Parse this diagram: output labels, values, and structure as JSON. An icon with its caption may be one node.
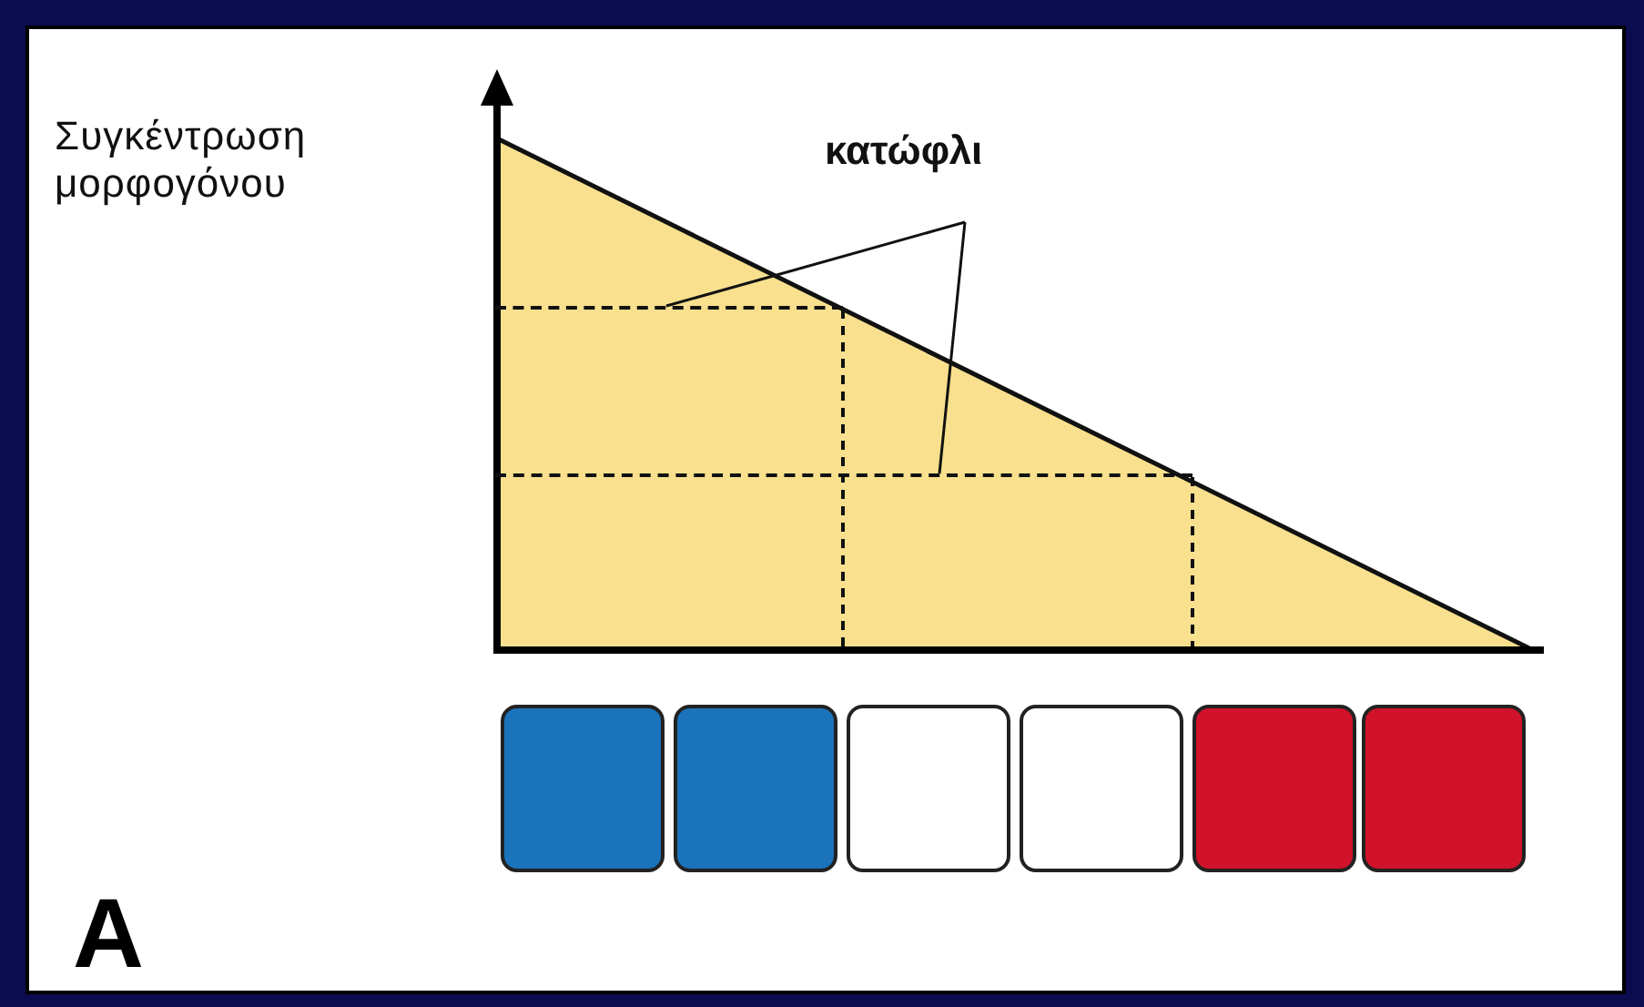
{
  "diagram": {
    "nodes": [
      {
        "text": [
          "κατώφλι"
        ]
      },
      {
        "text": [],
        "shape": "line"
      },
      {
        "text": [],
        "shape": "line"
      },
      {
        "text": [],
        "shape": "box"
      },
      {
        "text": [],
        "shape": "box"
      },
      {
        "text": [],
        "shape": "box"
      },
      {
        "text": [],
        "shape": "box"
      },
      {
        "text": [],
        "shape": "box"
      },
      {
        "text": [],
        "shape": "box"
      }
    ],
    "edges": [
      {
        "from": 0,
        "to": 1,
        "arrow": "none"
      },
      {
        "from": 0,
        "to": 2,
        "arrow": "none"
      }
    ],
    "labels": [
      "Συγκέντρωση μορφογόνου",
      "A"
    ]
  }
}
